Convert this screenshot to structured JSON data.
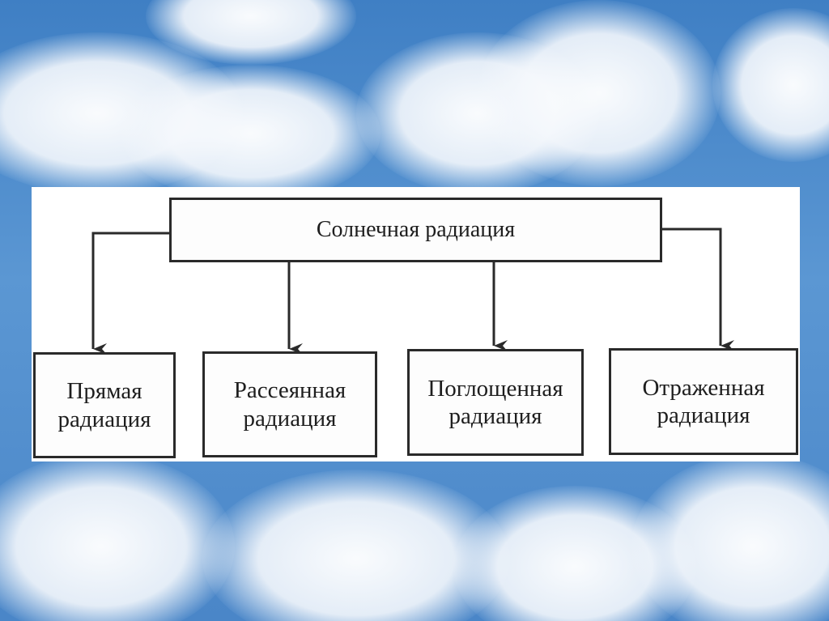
{
  "diagram": {
    "root": {
      "label": "Солнечная радиация"
    },
    "children": [
      {
        "line1": "Прямая",
        "line2": "радиация"
      },
      {
        "line1": "Рассеянная",
        "line2": "радиация"
      },
      {
        "line1": "Поглощенная",
        "line2": "радиация"
      },
      {
        "line1": "Отраженная",
        "line2": "радиация"
      }
    ]
  },
  "colors": {
    "line": "#2a2a2a",
    "panel": "#ffffff",
    "sky": "#4a86c8"
  }
}
